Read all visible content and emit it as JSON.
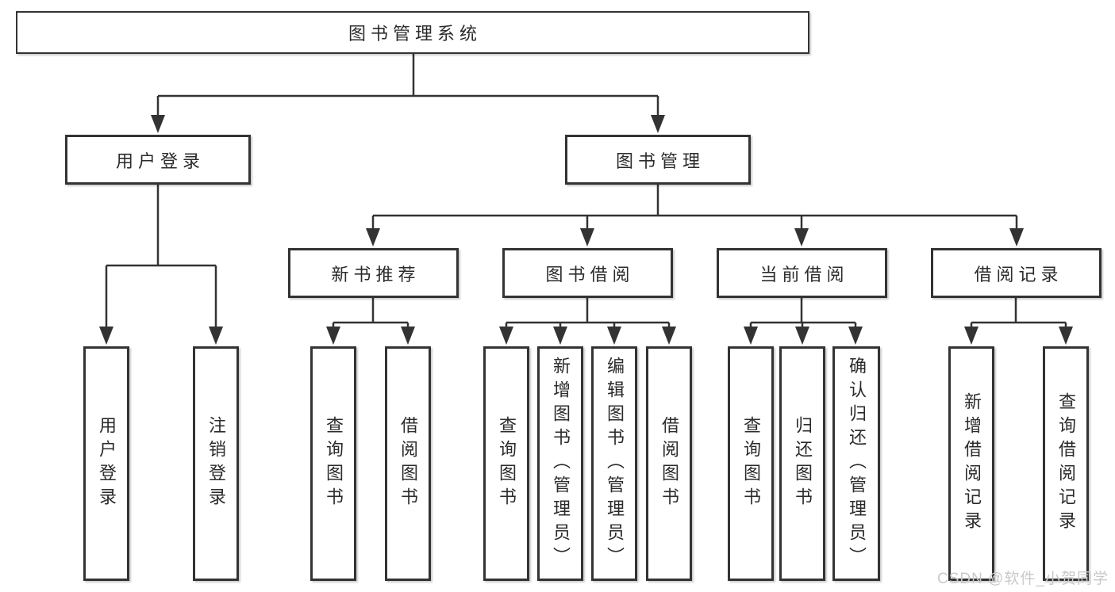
{
  "tree": {
    "root": {
      "label": "图书管理系统",
      "children": [
        {
          "label": "用户登录",
          "children": [
            {
              "label": "用户登录"
            },
            {
              "label": "注销登录"
            }
          ]
        },
        {
          "label": "图书管理",
          "children": [
            {
              "label": "新书推荐",
              "children": [
                {
                  "label": "查询图书"
                },
                {
                  "label": "借阅图书"
                }
              ]
            },
            {
              "label": "图书借阅",
              "children": [
                {
                  "label": "查询图书"
                },
                {
                  "label": "新增图书（管理员）"
                },
                {
                  "label": "编辑图书（管理员）"
                },
                {
                  "label": "借阅图书"
                }
              ]
            },
            {
              "label": "当前借阅",
              "children": [
                {
                  "label": "查询图书"
                },
                {
                  "label": "归还图书"
                },
                {
                  "label": "确认归还（管理员）"
                }
              ]
            },
            {
              "label": "借阅记录",
              "children": [
                {
                  "label": "新增借阅记录"
                },
                {
                  "label": "查询借阅记录"
                }
              ]
            }
          ]
        }
      ]
    }
  },
  "watermark": {
    "text": "CSDN @软件_小贺同学"
  },
  "colors": {
    "line": "#333333",
    "box_border": "#333333",
    "text": "#2b2b2b",
    "watermark_text": "#c9c9c9",
    "background": "#ffffff"
  }
}
